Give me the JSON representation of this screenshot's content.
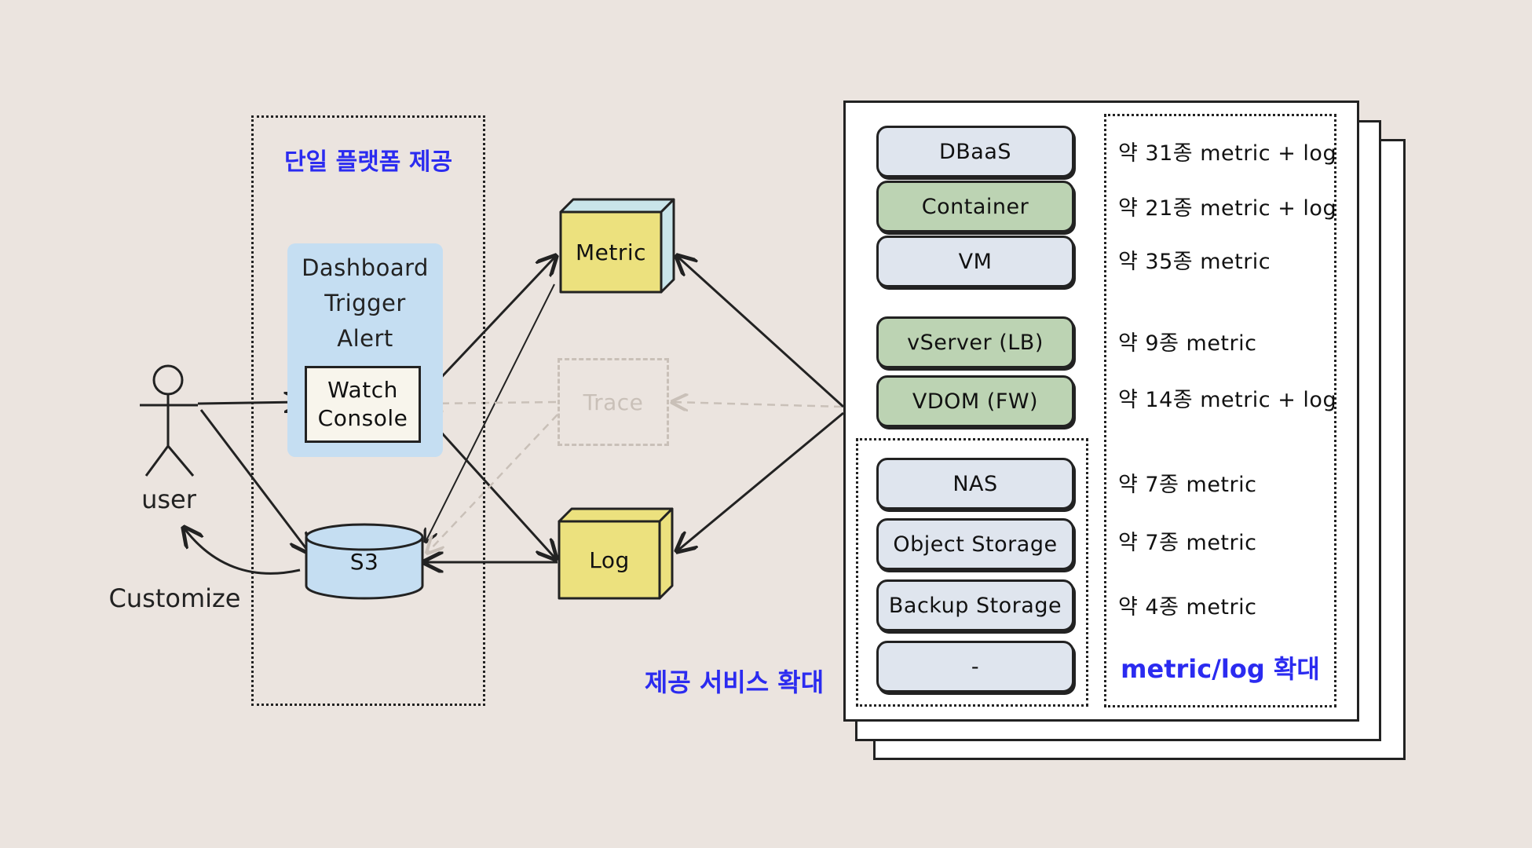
{
  "platform": {
    "title": "단일 플랫폼 제공",
    "console_features": [
      "Dashboard",
      "Trigger",
      "Alert"
    ],
    "watch_console": [
      "Watch",
      "Console"
    ],
    "storage_label": "S3"
  },
  "user": {
    "label": "user",
    "customize_label": "Customize"
  },
  "pipeline": {
    "metric_label": "Metric",
    "log_label": "Log",
    "trace_label": "Trace",
    "expand_label": "제공 서비스 확대"
  },
  "services": [
    {
      "name": "DBaaS",
      "color": "gray",
      "desc": "약 31종 metric + log"
    },
    {
      "name": "Container",
      "color": "green",
      "desc": "약 21종 metric + log"
    },
    {
      "name": "VM",
      "color": "gray",
      "desc": "약 35종 metric"
    },
    {
      "name": "vServer (LB)",
      "color": "green",
      "desc": "약 9종 metric"
    },
    {
      "name": "VDOM (FW)",
      "color": "green",
      "desc": "약 14종 metric + log"
    },
    {
      "name": "NAS",
      "color": "gray",
      "desc": "약 7종 metric"
    },
    {
      "name": "Object Storage",
      "color": "gray",
      "desc": "약 7종 metric"
    },
    {
      "name": "Backup Storage",
      "color": "gray",
      "desc": "약 4종 metric"
    },
    {
      "name": "-",
      "color": "gray",
      "desc": ""
    }
  ],
  "services_footer": "metric/log 확대",
  "colors": {
    "accent_blue": "#2b2bf0",
    "panel_blue": "#c5def2",
    "cube_yellow": "#ece17e",
    "service_gray": "#dfe5ee",
    "service_green": "#bcd3b3",
    "background": "#ebe4df"
  }
}
